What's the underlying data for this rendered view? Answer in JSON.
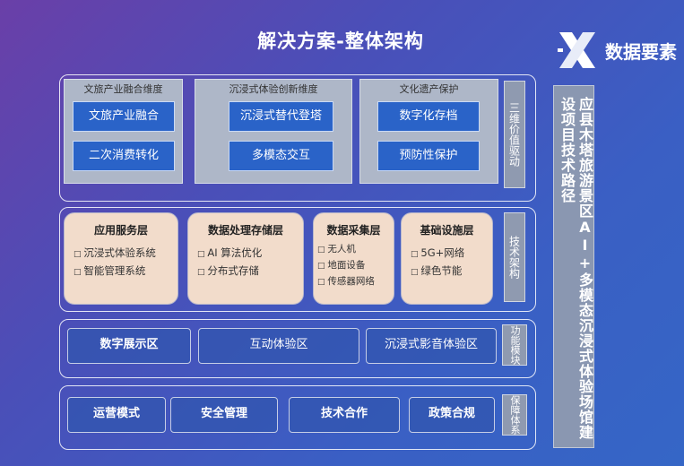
{
  "title": "解决方案-整体架构",
  "logo": {
    "text": "数据要素",
    "icon": "x-logo-icon"
  },
  "right_bar": {
    "text": "应县木塔旅游景区AI+多模态沉浸式体验场馆建设项目技术路径"
  },
  "section1": {
    "tag": "三维价值驱动",
    "groups": [
      {
        "label": "文旅产业融合维度",
        "items": [
          "文旅产业融合",
          "二次消费转化"
        ]
      },
      {
        "label": "沉浸式体验创新维度",
        "items": [
          "沉浸式替代登塔",
          "多模态交互"
        ]
      },
      {
        "label": "文化遗产保护",
        "items": [
          "数字化存档",
          "预防性保护"
        ]
      }
    ]
  },
  "section2": {
    "tag": "技术架构",
    "cards": [
      {
        "title": "应用服务层",
        "items": [
          "沉浸式体验系统",
          "智能管理系统"
        ]
      },
      {
        "title": "数据处理存储层",
        "items": [
          "AI 算法优化",
          "分布式存储"
        ]
      },
      {
        "title": "数据采集层",
        "items": [
          "无人机",
          "地面设备",
          "传感器网络"
        ]
      },
      {
        "title": "基础设施层",
        "items": [
          "5G+网络",
          "绿色节能"
        ]
      }
    ]
  },
  "section3": {
    "tag": "功能模块",
    "items": [
      "数字展示区",
      "互动体验区",
      "沉浸式影音体验区"
    ]
  },
  "section4": {
    "tag": "保障体系",
    "items": [
      "运营模式",
      "安全管理",
      "技术合作",
      "政策合规"
    ]
  }
}
